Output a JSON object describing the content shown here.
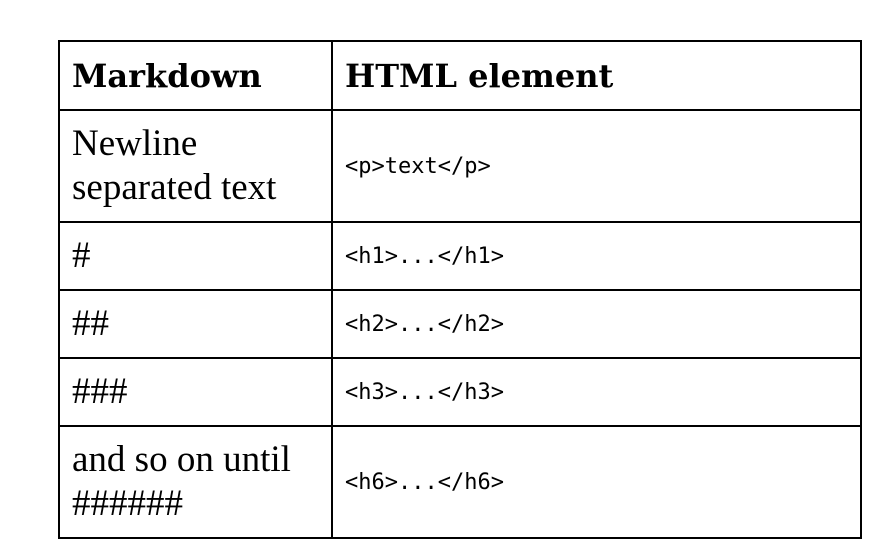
{
  "table": {
    "headers": [
      "Markdown",
      "HTML element"
    ],
    "rows": [
      {
        "markdown": "Newline separated text",
        "html": "<p>text</p>"
      },
      {
        "markdown": "#",
        "html": "<h1>...</h1>"
      },
      {
        "markdown": "##",
        "html": "<h2>...</h2>"
      },
      {
        "markdown": "###",
        "html": "<h3>...</h3>"
      },
      {
        "markdown": "and so on until ######",
        "html": "<h6>...</h6>"
      }
    ]
  }
}
